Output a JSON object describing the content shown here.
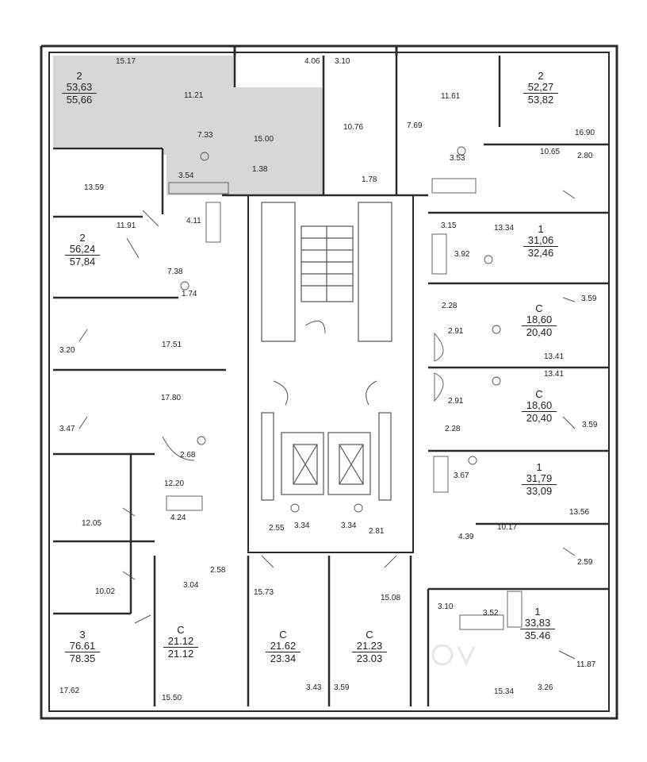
{
  "apartments": [
    {
      "id": "a1",
      "rooms": "2",
      "living_area": "53,63",
      "total_area": "55,66",
      "highlighted": true
    },
    {
      "id": "a2",
      "rooms": "2",
      "living_area": "52,27",
      "total_area": "53,82",
      "highlighted": false
    },
    {
      "id": "a3",
      "rooms": "2",
      "living_area": "56,24",
      "total_area": "57,84",
      "highlighted": false
    },
    {
      "id": "a4",
      "rooms": "1",
      "living_area": "31,06",
      "total_area": "32,46",
      "highlighted": false
    },
    {
      "id": "a5",
      "rooms": "С",
      "living_area": "18,60",
      "total_area": "20,40",
      "highlighted": false
    },
    {
      "id": "a6",
      "rooms": "С",
      "living_area": "18,60",
      "total_area": "20,40",
      "highlighted": false
    },
    {
      "id": "a7",
      "rooms": "1",
      "living_area": "31,79",
      "total_area": "33,09",
      "highlighted": false
    },
    {
      "id": "a8",
      "rooms": "1",
      "living_area": "33,83",
      "total_area": "35.46",
      "highlighted": false
    },
    {
      "id": "a9",
      "rooms": "3",
      "living_area": "76.61",
      "total_area": "78.35",
      "highlighted": false
    },
    {
      "id": "a10",
      "rooms": "С",
      "living_area": "21.12",
      "total_area": "21.12",
      "highlighted": false
    },
    {
      "id": "a11",
      "rooms": "С",
      "living_area": "21.62",
      "total_area": "23.34",
      "highlighted": false
    },
    {
      "id": "a12",
      "rooms": "С",
      "living_area": "21.23",
      "total_area": "23.03",
      "highlighted": false
    }
  ],
  "room_areas": [
    "15.17",
    "4.06",
    "3.10",
    "11.21",
    "7.33",
    "15.00",
    "3.54",
    "1.38",
    "10.76",
    "1.78",
    "11.61",
    "7.69",
    "3.53",
    "16.90",
    "10.65",
    "2.80",
    "13.59",
    "11.91",
    "4.11",
    "3.15",
    "13.34",
    "3.92",
    "7.38",
    "1.74",
    "17.51",
    "3.20",
    "2.28",
    "2.91",
    "3.59",
    "13.41",
    "13.41",
    "2.91",
    "17.80",
    "3.47",
    "2.68",
    "2.28",
    "3.59",
    "12.20",
    "3.67",
    "13.56",
    "4.24",
    "12.05",
    "3.34",
    "3.34",
    "2.55",
    "2.81",
    "10.17",
    "4.39",
    "2.58",
    "10.02",
    "3.04",
    "15.73",
    "15.08",
    "3.10",
    "3.52",
    "2.59",
    "11.87",
    "17.62",
    "15.50",
    "3.43",
    "3.59",
    "15.34",
    "3.26"
  ],
  "colors": {
    "wall": "#2b2b2b",
    "thin": "#555555",
    "highlight": "#d7d7d7",
    "background": "#ffffff",
    "watermark": "#e6e6e6"
  }
}
